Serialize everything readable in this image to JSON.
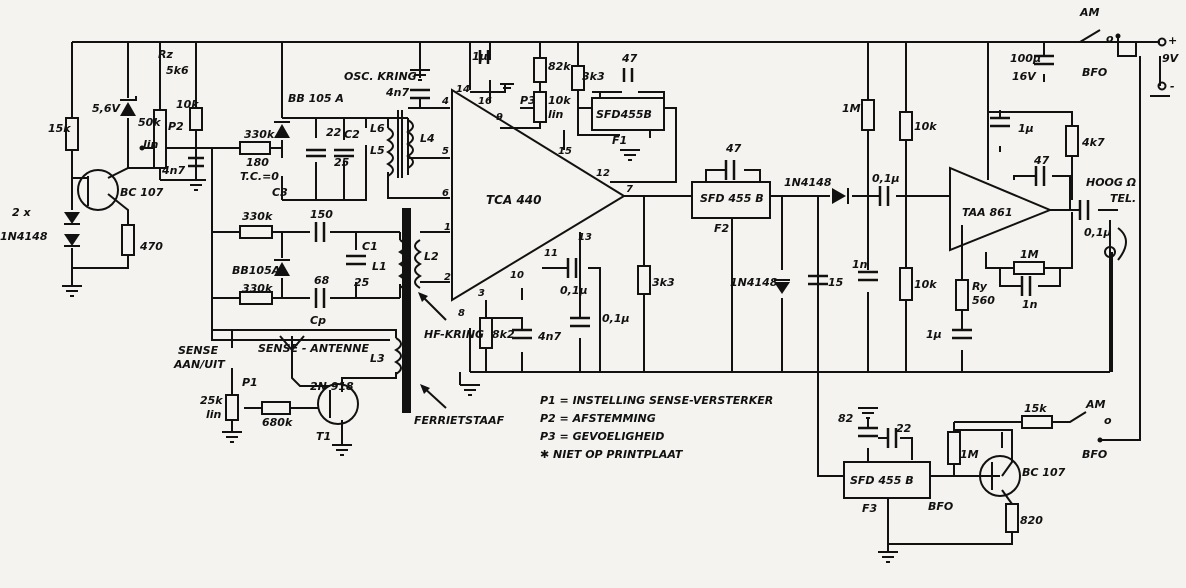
{
  "components": {
    "ic_main": "TCA 440",
    "ic_af": "TAA 861",
    "filter_f1": "SFD455B",
    "filter_f2": "SFD 455 B",
    "filter_f3": "SFD 455 B",
    "f1": "F1",
    "f2": "F2",
    "f3": "F3",
    "t1": "T1",
    "t1_type": "2N 918",
    "bc107_a": "BC 107",
    "bc107_b": "BC 107",
    "diodes_2x": "2 x",
    "diodes_2x_type": "1N4148",
    "d_det": "1N4148",
    "d_det2": "1N4148",
    "zener": "5,6V",
    "bb105_a": "BB 105 A",
    "bb105_b": "BB105A",
    "rz": "Rz",
    "rz_val": "5k6",
    "r15k": "15k",
    "r470": "470",
    "p2": "P2",
    "p2_val": "50k",
    "p2_lin": "lin",
    "r10k_p2": "10k",
    "c4n7_p2": "4n7",
    "r330k_a": "330k",
    "r180": "180",
    "c22": "22",
    "c2": "C2",
    "c25_a": "25",
    "tc": "T.C.=0",
    "c3": "C3",
    "l6": "L6",
    "l5": "L5",
    "l4": "L4",
    "l1": "L1",
    "l2": "L2",
    "l3": "L3",
    "osc_kring": "OSC. KRING",
    "c4n7_osc": "4n7",
    "r330k_b": "330k",
    "r330k_c": "330k",
    "c150": "150",
    "c68": "68",
    "cp": "Cp",
    "c1": "C1",
    "c25_b": "25",
    "hf_kring": "HF-KRING",
    "ferriet": "FERRIETSTAAF",
    "sense": "SENSE",
    "sense_aanuit": "AAN/UIT",
    "sense_antenne": "SENSE - ANTENNE",
    "p1": "P1",
    "p1_val": "25k",
    "p1_lin": "lin",
    "r680k": "680k",
    "c1u_top": "1µ",
    "r82k": "82k",
    "r3k3_top": "3k3",
    "p3": "P3",
    "p3_val": "10k",
    "p3_lin": "lin",
    "c47_f1": "47",
    "c47_f2": "47",
    "c47_af": "47",
    "r8k2": "8k2",
    "c4n7_b": "4n7",
    "c0u1_a": "0,1µ",
    "c0u1_b": "0,1µ",
    "r3k3_b": "3k3",
    "r1m_a": "1M",
    "r10k_a": "10k",
    "c0u1_c": "0,1µ",
    "c1n_a": "1n",
    "r10k_b": "10k",
    "c15": "15",
    "c1u_af": "1µ",
    "r4k7": "4k7",
    "r1m_b": "1M",
    "c1n_b": "1n",
    "ry": "Ry",
    "ry_val": "560",
    "c1u_b": "1µ",
    "hoog": "HOOG Ω",
    "tel": "TEL.",
    "c0u1_d": "0,1µ",
    "c100u": "100µ",
    "v16": "16V",
    "am_1": "AM",
    "o_1": "o",
    "bfo_1": "BFO",
    "plus": "+",
    "minus": "-",
    "v9": "9V",
    "c82": "82",
    "c22_b": "22",
    "r1m_c": "1M",
    "r15k_b": "15k",
    "am_2": "AM",
    "o_2": "o",
    "bfo_2": "BFO",
    "bfo_label": "BFO",
    "r820": "820",
    "pins": {
      "p1": "1",
      "p2": "2",
      "p3": "3",
      "p4": "4",
      "p5": "5",
      "p6": "6",
      "p7": "7",
      "p8": "8",
      "p9": "9",
      "p10": "10",
      "p11": "11",
      "p12": "12",
      "p13": "13",
      "p14": "14",
      "p15": "15",
      "p16": "16"
    }
  },
  "legend": [
    "P1 = INSTELLING SENSE-VERSTERKER",
    "P2 = AFSTEMMING",
    "P3 = GEVOELIGHEID",
    "✱ NIET OP PRINTPLAAT"
  ]
}
